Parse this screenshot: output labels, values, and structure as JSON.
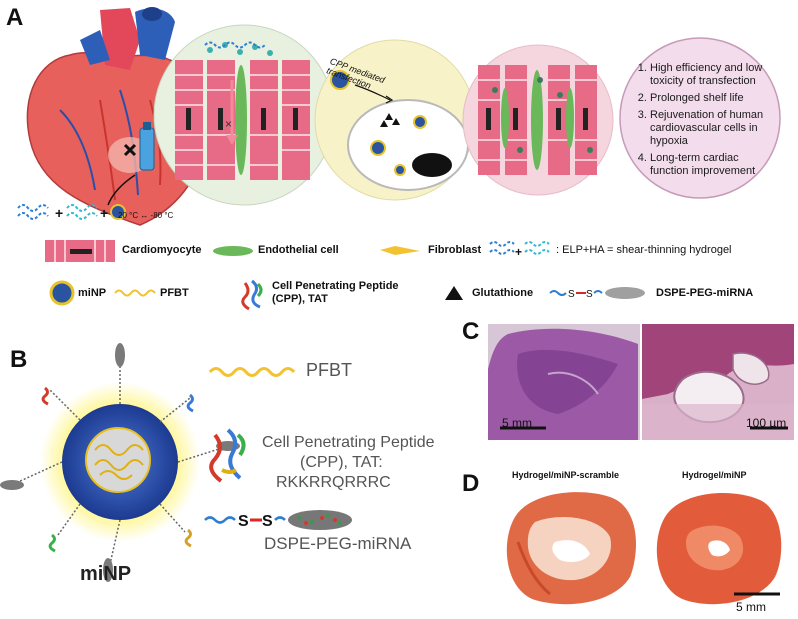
{
  "panels": {
    "a": "A",
    "b": "B",
    "c": "C",
    "d": "D"
  },
  "panel_a": {
    "cpp_label": "CPP mediated transfection",
    "temp_label": "20 °C ↔ -80 °C",
    "benefits": [
      "High efficiency and low toxicity of transfection",
      "Prolonged shelf life",
      "Rejuvenation of human cardiovascular cells in hypoxia",
      "Long-term cardiac function improvement"
    ]
  },
  "legend": {
    "cardiomyocyte": "Cardiomyocyte",
    "endothelial": "Endothelial cell",
    "fibroblast": "Fibroblast",
    "hydrogel": ": ELP+HA = shear-thinning hydrogel",
    "minp": "miNP",
    "pfbt": "PFBT",
    "cpp": "Cell Penetrating Peptide (CPP), TAT",
    "glutathione": "Glutathione",
    "dspe": "DSPE-PEG-miRNA"
  },
  "panel_b": {
    "minp": "miNP",
    "pfbt": "PFBT",
    "cpp_line1": "Cell Penetrating Peptide",
    "cpp_line2": "(CPP), TAT:",
    "sequence": "RKKRRQRRRC",
    "dspe": "DSPE-PEG-miRNA"
  },
  "panel_c": {
    "scale_left": "5 mm",
    "scale_right": "100 µm"
  },
  "panel_d": {
    "left_title": "Hydrogel/miNP-scramble",
    "right_title": "Hydrogel/miNP",
    "scale": "5 mm"
  },
  "colors": {
    "cardio": "#e76b86",
    "endo": "#6bb85a",
    "fibro": "#f2c230",
    "bubble": "#f7f2c8",
    "pink_circle": "#f5d6de"
  }
}
